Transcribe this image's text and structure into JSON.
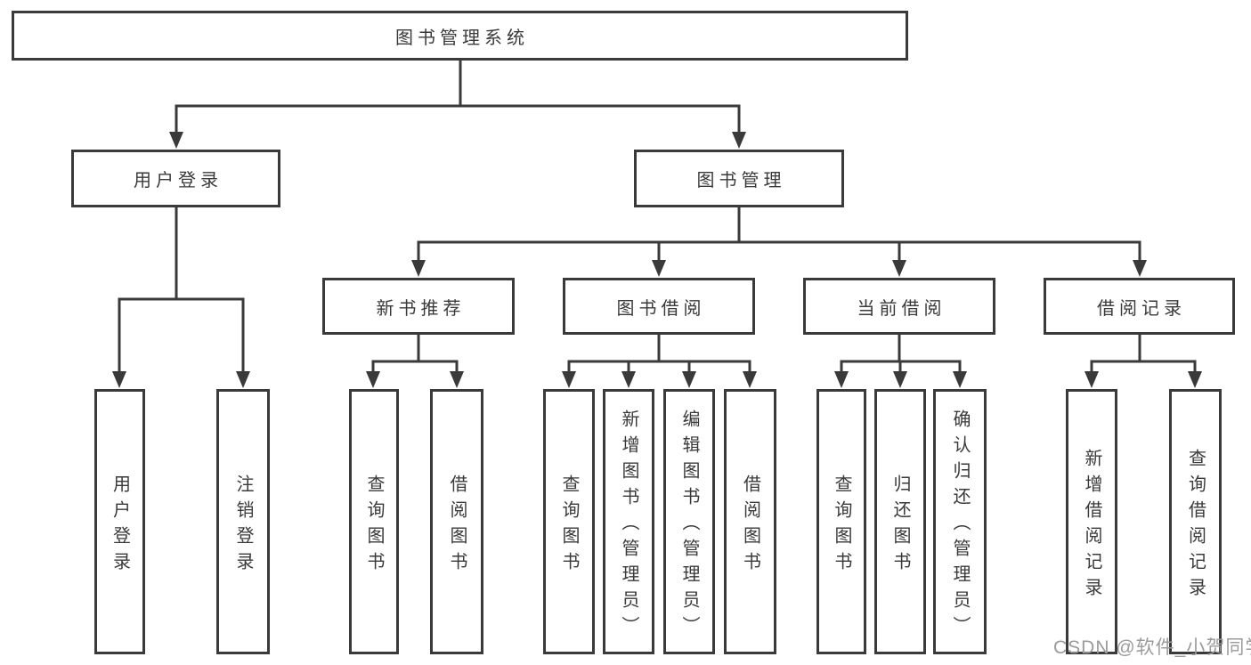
{
  "page": {
    "background": "#ffffff"
  },
  "colors": {
    "line": "#3a3a3a",
    "box_border": "#3a3a3a",
    "text": "#3a3a3a",
    "watermark": "#9b9b9b"
  },
  "watermark": {
    "text": "CSDN @软件_小贺同学"
  },
  "tree": {
    "root": {
      "label": "图书管理系统"
    },
    "branches": [
      {
        "label": "用户登录",
        "children": [
          {
            "label": "用户登录"
          },
          {
            "label": "注销登录"
          }
        ]
      },
      {
        "label": "图书管理",
        "children": [
          {
            "label": "新书推荐",
            "children": [
              {
                "label": "查询图书"
              },
              {
                "label": "借阅图书"
              }
            ]
          },
          {
            "label": "图书借阅",
            "children": [
              {
                "label": "查询图书"
              },
              {
                "label": "新增图书（管理员）"
              },
              {
                "label": "编辑图书（管理员）"
              },
              {
                "label": "借阅图书"
              }
            ]
          },
          {
            "label": "当前借阅",
            "children": [
              {
                "label": "查询图书"
              },
              {
                "label": "归还图书"
              },
              {
                "label": "确认归还（管理员）"
              }
            ]
          },
          {
            "label": "借阅记录",
            "children": [
              {
                "label": "新增借阅记录"
              },
              {
                "label": "查询借阅记录"
              }
            ]
          }
        ]
      }
    ]
  }
}
